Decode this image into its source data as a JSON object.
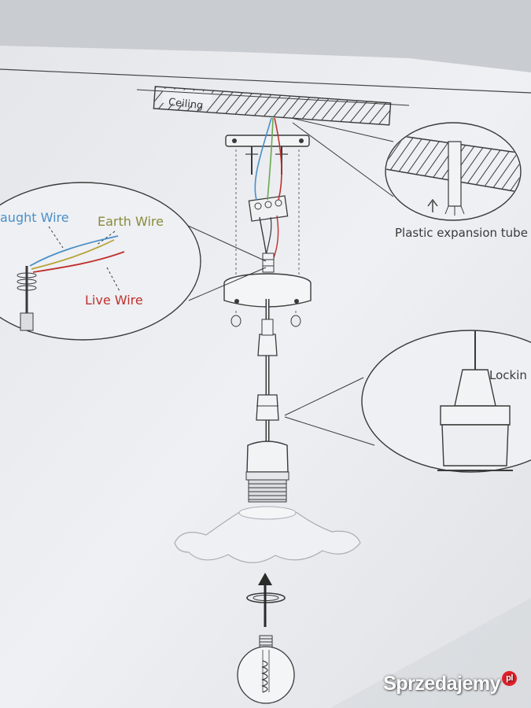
{
  "labels": {
    "ceiling": "Ceiling",
    "plastic_expansion_tube": "Plastic expansion tube",
    "taught_wire": "aught Wire",
    "earth_wire": "Earth Wire",
    "live_wire": "Live Wire",
    "locking": "Lockin"
  },
  "watermark": {
    "text": "Sprzedajemy",
    "suffix": "pl"
  },
  "colors": {
    "taught_wire": "#4a8fc8",
    "earth_wire_text": "#8a8a3a",
    "earth_wire": "#b8a43a",
    "live_wire": "#c0302e",
    "line": "#3a3a3a"
  }
}
